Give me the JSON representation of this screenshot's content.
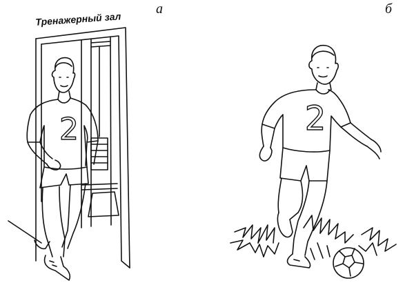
{
  "panels": {
    "left": {
      "letter": "а",
      "sign": "Тренажерный зал",
      "jersey_number": "2"
    },
    "right": {
      "letter": "б",
      "jersey_number": "2"
    }
  },
  "colors": {
    "ink": "#111111",
    "paper": "#ffffff"
  }
}
